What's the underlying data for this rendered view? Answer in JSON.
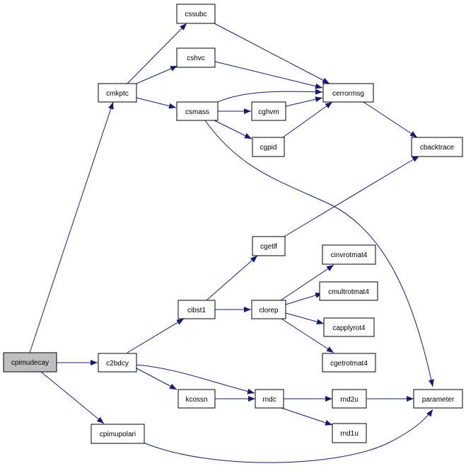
{
  "graph": {
    "colors": {
      "edge": "#191970",
      "root_fill": "#bfbfbf",
      "node_fill": "#ffffff",
      "node_border": "#000000"
    },
    "nodes": {
      "cpimudecay": "cpimudecay",
      "cmkptc": "cmkptc",
      "c2bdcy": "c2bdcy",
      "cpimupolari": "cpimupolari",
      "cssubc": "cssubc",
      "cshvc": "cshvc",
      "csmass": "csmass",
      "cghvm": "cghvm",
      "cgpid": "cgpid",
      "cerrormsg": "cerrormsg",
      "cbacktrace": "cbacktrace",
      "cgetlf": "cgetlf",
      "cibst1": "cibst1",
      "clorep": "clorep",
      "cinvrotmat4": "cinvrotmat4",
      "cmultrotmat4": "cmultrotmat4",
      "capplyrot4": "capplyrot4",
      "cgetrotmat4": "cgetrotmat4",
      "kcossn": "kcossn",
      "rndc": "rndc",
      "rnd2u": "rnd2u",
      "rnd1u": "rnd1u",
      "parameter": "parameter"
    }
  }
}
